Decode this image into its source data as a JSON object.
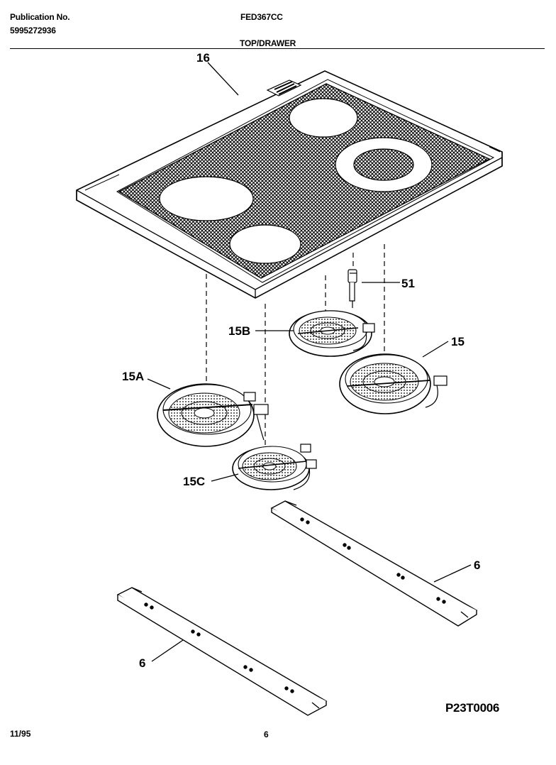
{
  "header": {
    "publication_label": "Publication No.",
    "publication_number": "5995272936",
    "model": "FED367CC",
    "section_title": "TOP/DRAWER"
  },
  "callouts": {
    "cooktop": "16",
    "thermostat": "51",
    "element_15b": "15B",
    "element_15": "15",
    "element_15a": "15A",
    "element_15c": "15C",
    "bracket_right": "6",
    "bracket_left": "6"
  },
  "footer": {
    "date": "11/95",
    "page": "6",
    "figure_id": "P23T0006"
  }
}
